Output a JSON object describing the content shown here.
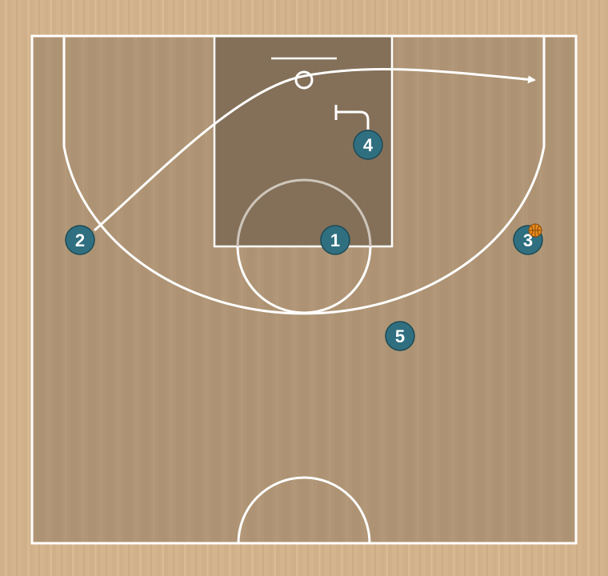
{
  "colors": {
    "outer_wood": "#d4b48e",
    "court_floor": "#b09676",
    "paint": "#7d6a55",
    "lines": "#ffffff",
    "player_fill": "#2f6f80",
    "player_stroke": "#1c4a56",
    "ball": "#e58a1f"
  },
  "players": [
    {
      "label": "1",
      "id": "1"
    },
    {
      "label": "2",
      "id": "2"
    },
    {
      "label": "3",
      "id": "3",
      "has_ball": true
    },
    {
      "label": "4",
      "id": "4"
    },
    {
      "label": "5",
      "id": "5"
    }
  ],
  "actions": [
    {
      "type": "cut",
      "from_player": "2",
      "icon": "arrow-icon"
    },
    {
      "type": "screen",
      "from_player": "4",
      "icon": "screen-icon"
    }
  ]
}
